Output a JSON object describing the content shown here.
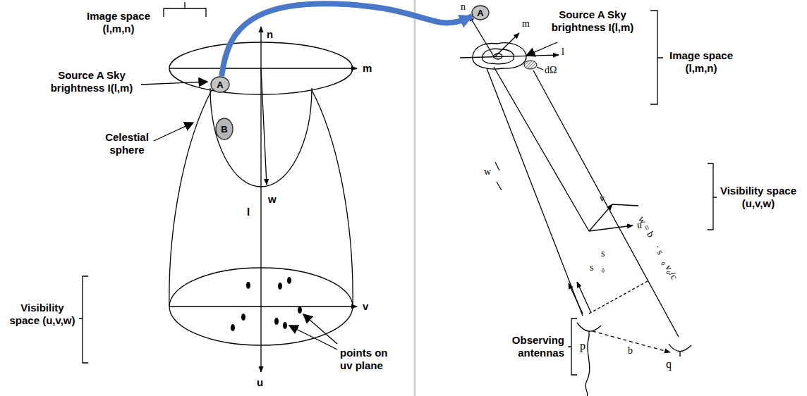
{
  "diagram": {
    "nodes": [
      {
        "text": [
          "A"
        ]
      },
      {
        "text": [
          "B"
        ]
      },
      {
        "text": [
          "A"
        ]
      }
    ],
    "edges": [
      {
        "from": 0,
        "to": 2,
        "arrow": "to"
      }
    ],
    "labels": [
      "Image space (l,m,n)",
      "Source A Sky brightness I(l,m)",
      "Celestial sphere",
      "Visibility space (u,v,w)",
      "n",
      "m",
      "l",
      "w",
      "v",
      "u",
      "points on uv plane",
      "n",
      "m",
      "l",
      "dΩ",
      "Source A Sky brightness I(l,m)",
      "Image space (l,m,n)",
      "w",
      "v",
      "u",
      "Visibility space (u,v,w)",
      "s⃗",
      "s⃗₀",
      "w = b⃗ · s⃗₀ ν₀/c",
      "Observing antennas",
      "p",
      "q",
      "b⃗"
    ]
  }
}
